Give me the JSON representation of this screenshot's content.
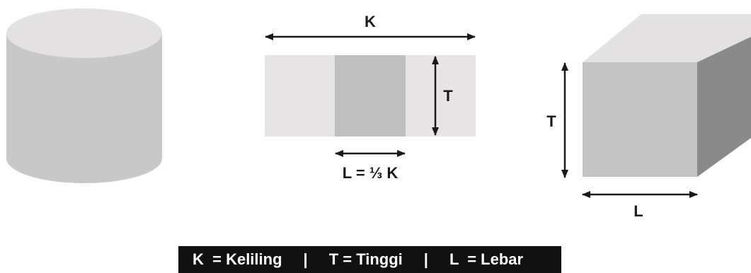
{
  "colors": {
    "light_fill": "#e6e4e4",
    "mid_fill": "#bfbfbf",
    "dark_fill": "#8a8a8a",
    "cylinder_top": "#e3e1e1",
    "cylinder_body": "#c8c8c8",
    "arrow": "#1a1a1a",
    "legend_bg": "#111111",
    "legend_text": "#ffffff"
  },
  "strip": {
    "length_label": "K",
    "height_label": "T",
    "width_label": "L = ⅓ K"
  },
  "box": {
    "height_label": "T",
    "width_label": "L"
  },
  "legend": {
    "k_text": "K  = Keliling",
    "separator_1": "|",
    "t_text": "T = Tinggi",
    "separator_2": "|",
    "l_text": "L  = Lebar"
  }
}
